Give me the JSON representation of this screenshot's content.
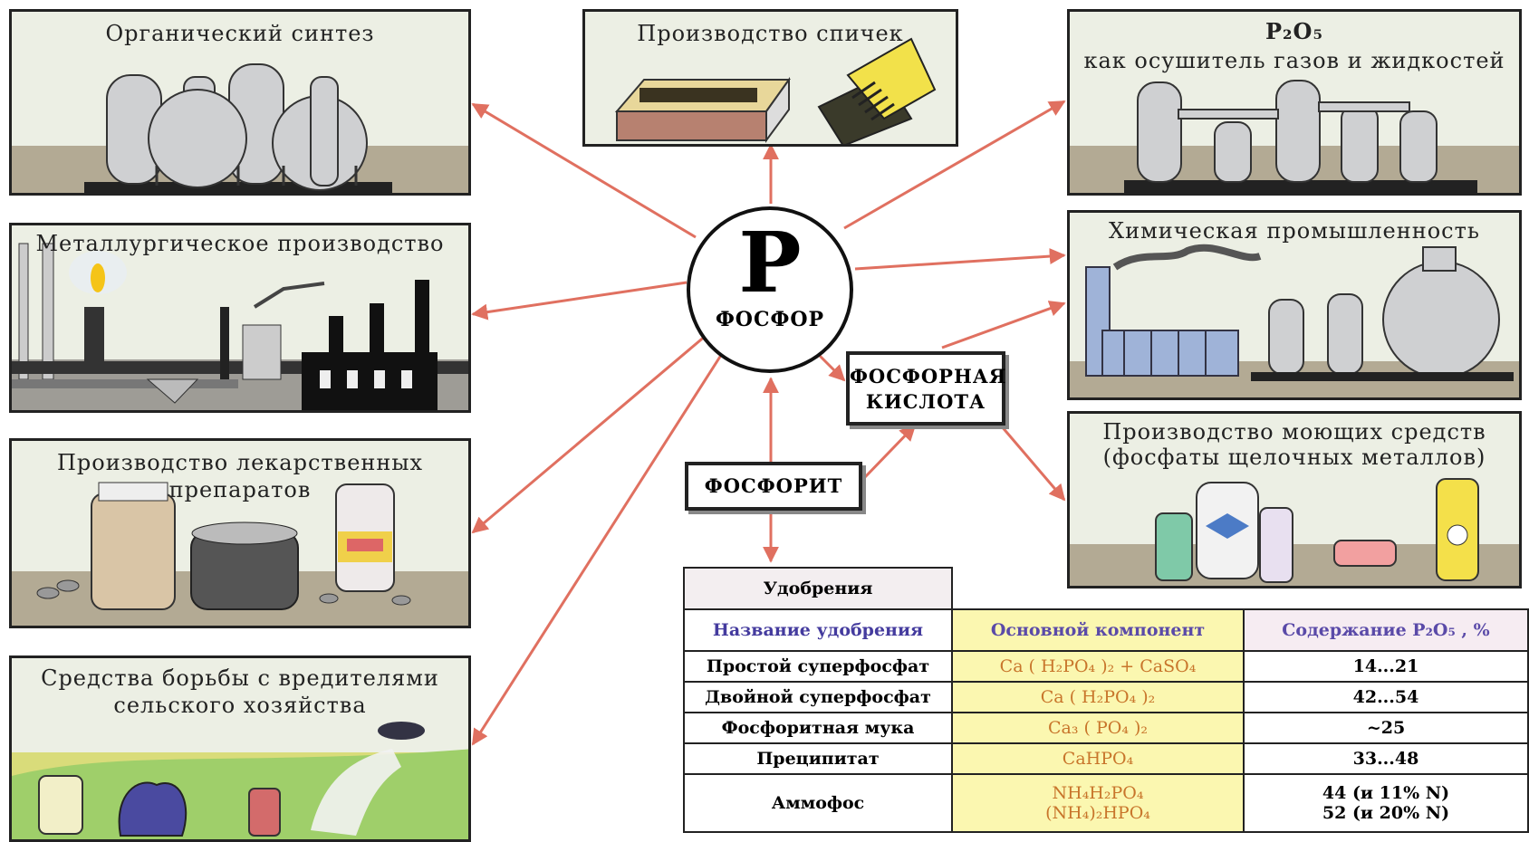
{
  "hub": {
    "symbol": "P",
    "name": "ФОСФОР"
  },
  "panels": {
    "organic": "Органический синтез",
    "matches": "Производство спичек",
    "p2o5_formula": "P₂O₅",
    "p2o5_caption": "как осушитель газов и жидкостей",
    "metallurgy": "Металлургическое производство",
    "chemical": "Химическая промышленность",
    "medicine_line1": "Производство лекарственных",
    "medicine_line2": "препаратов",
    "detergents_line1": "Производство моющих средств",
    "detergents_line2": "(фосфаты щелочных металлов)",
    "pest_line1": "Средства борьбы с вредителями",
    "pest_line2": "сельского хозяйства"
  },
  "boxes": {
    "acid_line1": "ФОСФОРНАЯ",
    "acid_line2": "КИСЛОТА",
    "phosphorite": "ФОСФОРИТ"
  },
  "fertilizers": {
    "title": "Удобрения",
    "headers": [
      "Название удобрения",
      "Основной компонент",
      "Содержание P₂O₅ , %"
    ],
    "rows": [
      {
        "name": "Простой суперфосфат",
        "component": "Ca ( H₂PO₄ )₂ + CaSO₄",
        "content": "14...21"
      },
      {
        "name": "Двойной суперфосфат",
        "component": "Ca ( H₂PO₄ )₂",
        "content": "42...54"
      },
      {
        "name": "Фосфоритная мука",
        "component": "Ca₃ ( PO₄ )₂",
        "content": "~25"
      },
      {
        "name": "Преципитат",
        "component": "CaHPO₄",
        "content": "33...48"
      },
      {
        "name": "Аммофос",
        "component": "NH₄H₂PO₄",
        "component2": "(NH₄)₂HPO₄",
        "content": "44 (и 11% N)",
        "content2": "52 (и 20% N)"
      }
    ]
  },
  "colors": {
    "arrow": "#e07060",
    "panel_bg": "#ecefe4",
    "ground": "#b3aa94",
    "table_component_bg": "#fbf7b0"
  }
}
